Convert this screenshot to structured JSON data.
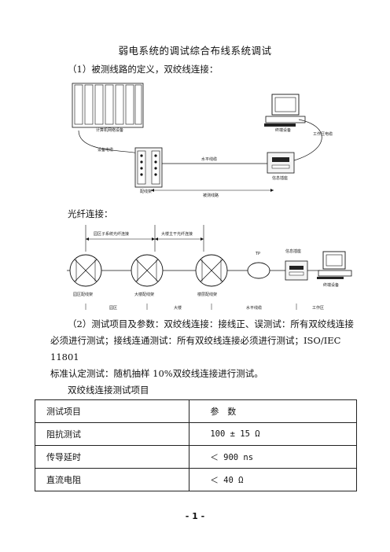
{
  "title": "弱电系统的调试综合布线系统调试",
  "section1": "（1）被测线路的定义，双绞线连接：",
  "diagram1": {
    "rack_label": "计算机网络设备",
    "terminal_label": "终端设备",
    "work_area_cable": "工作区电缆",
    "equipment_cable": "设备电缆",
    "horizontal_cable": "水平线缆",
    "outlet_label": "信息插座",
    "patch_panel": "配线架",
    "tested_link": "被测线路"
  },
  "fiber_heading": "光纤连接：",
  "diagram2": {
    "campus_backbone": "园区子系统光纤连接",
    "building_backbone": "大楼主干光纤连接",
    "tp": "TP",
    "outlet": "信息插座",
    "terminal": "终端设备",
    "campus_dist": "园区配线架",
    "building_dist": "大楼配线架",
    "floor_dist": "楼层配线架",
    "campus": "园区",
    "building": "大楼",
    "horizontal": "水平线缆",
    "work_area": "工作区"
  },
  "section2": "（2）测试项目及参数：双绞线连接：接线正、误测试：所有双绞线连接必须进行测试；接线连通测试：所有双绞线连接必须进行测试；ISO/IEC 11801 标准认定测试：随机抽样 10%双绞线连接进行测试。",
  "section2_lines": [
    "（2）测试项目及参数：双绞线连接：接线正、误测试：所有双绞线连接",
    "必须进行测试；接线连通测试：所有双绞线连接必须进行测试；ISO/IEC 11801",
    "标准认定测试：随机抽样 10%双绞线连接进行测试。"
  ],
  "table_heading": "双绞线连接测试项目",
  "table": {
    "header": [
      "测试项目",
      "参　数"
    ],
    "rows": [
      [
        "阻抗测试",
        "100 ± 15 Ω"
      ],
      [
        "传导延时",
        "＜ 900 ns"
      ],
      [
        "直流电阻",
        "＜ 40 Ω"
      ]
    ]
  },
  "page_number": "- 1 -"
}
